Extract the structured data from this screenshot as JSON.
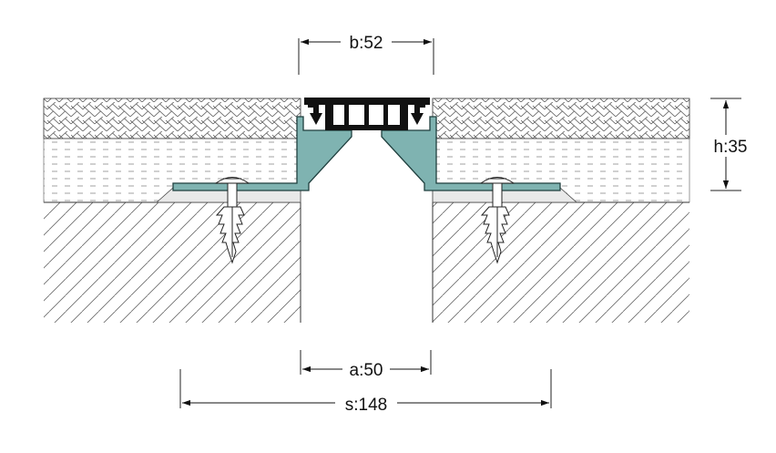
{
  "dimensions": {
    "b": "b:52",
    "h": "h:35",
    "a": "a:50",
    "s": "s:148"
  },
  "colors": {
    "profile": "#7fb3b1",
    "profile_stroke": "#1f3f3e",
    "insert": "#111111",
    "line": "#222222",
    "hatch": "#555555",
    "floor_pattern": "#444444",
    "screed_dash": "#666666"
  }
}
